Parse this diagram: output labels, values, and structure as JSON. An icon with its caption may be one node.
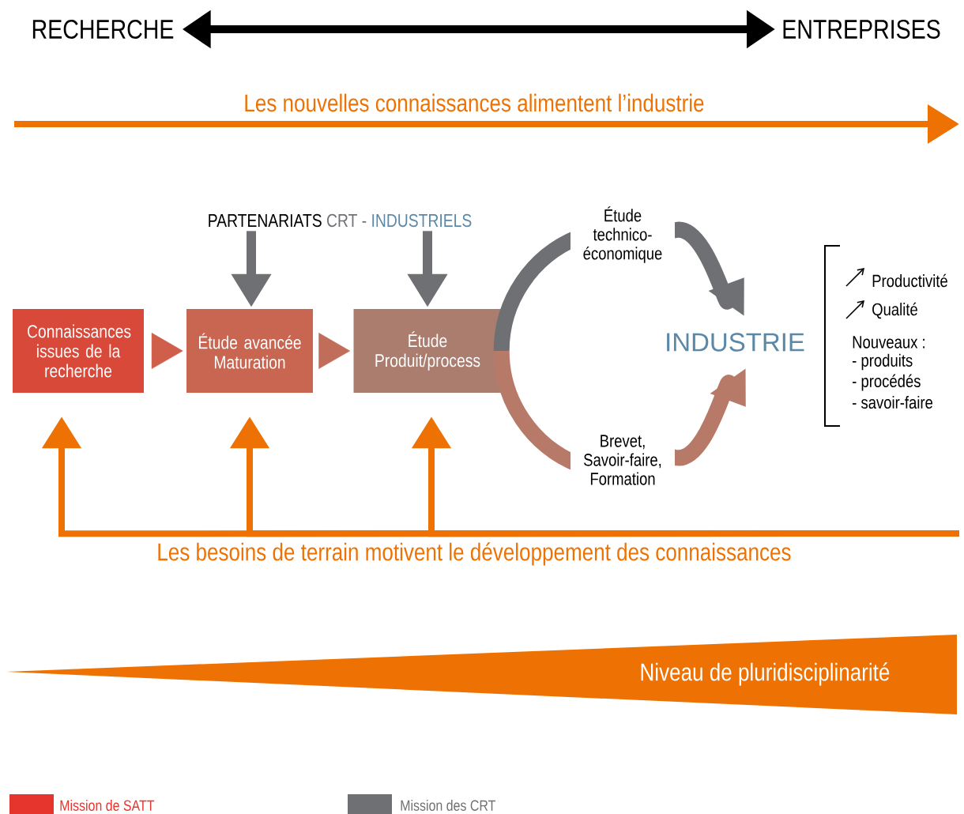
{
  "diagram": {
    "nodes": [
      {
        "text": [
          "RECHERCHE"
        ]
      },
      {
        "text": [
          "ENTREPRISES"
        ]
      },
      {
        "text": [
          "Connaissances issues de la recherche"
        ]
      },
      {
        "text": [
          "Étude avancée Maturation"
        ]
      },
      {
        "text": [
          "Étude Produit/process"
        ]
      },
      {
        "text": [
          "PARTENARIATS",
          "CRT -",
          "INDUSTRIELS"
        ]
      },
      {
        "text": [
          "INDUSTRIE"
        ]
      },
      {
        "text": [
          "Niveau de pluridisciplinarité"
        ]
      }
    ],
    "edges": [
      {
        "from": 0,
        "to": 1,
        "arrow": "both",
        "color": "#000000"
      },
      {
        "from": 2,
        "to": 3,
        "arrow": "to",
        "color": "#cf5f4a"
      },
      {
        "from": 3,
        "to": 4,
        "arrow": "to",
        "color": "#c06e5a"
      },
      {
        "from": 5,
        "to": 3,
        "arrow": "to",
        "color": "#6f7073"
      },
      {
        "from": 5,
        "to": 4,
        "arrow": "to",
        "color": "#6f7073"
      },
      {
        "from": 4,
        "to": 6,
        "arrow": "to",
        "label": "Étude technico-économique",
        "style": "thick",
        "color": "#6f7073"
      },
      {
        "from": 4,
        "to": 6,
        "arrow": "to",
        "label": "Brevet, Savoir-faire, Formation",
        "style": "thick",
        "color": "#b77a68"
      },
      {
        "from": null,
        "to": 2,
        "arrow": "to",
        "color": "#ee7203"
      },
      {
        "from": null,
        "to": 3,
        "arrow": "to",
        "color": "#ee7203"
      },
      {
        "from": null,
        "to": 4,
        "arrow": "to",
        "color": "#ee7203"
      }
    ],
    "labels": [
      "Les nouvelles connaissances alimentent l’industrie",
      "Productivité",
      "Qualité",
      "Nouveaux :",
      "- produits",
      "- procédés",
      "- savoir-faire",
      "Les besoins de terrain motivent le développement des connaissances"
    ],
    "legend": [
      {
        "text": "Mission de SATT",
        "color": "#e5352d"
      },
      {
        "text": "Mission des CRT",
        "color": "#6f7073"
      }
    ]
  }
}
